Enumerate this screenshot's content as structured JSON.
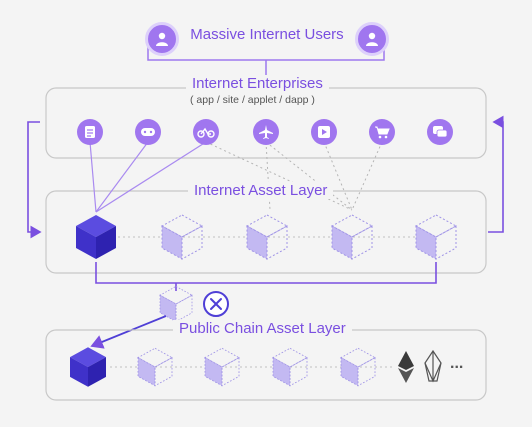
{
  "top_banner": {
    "title": "Massive Internet Users",
    "icons": [
      "user-icon",
      "user-icon"
    ]
  },
  "enterprises": {
    "title": "Internet Enterprises",
    "subtitle": "( app / site / applet / dapp )",
    "icons": [
      "document-icon",
      "gamepad-icon",
      "bicycle-icon",
      "airplane-icon",
      "video-icon",
      "cart-icon",
      "chat-icon"
    ]
  },
  "asset_layer": {
    "title": "Internet Asset Layer"
  },
  "tool_icon": "tools-icon",
  "public_layer": {
    "title": "Public Chain Asset Layer",
    "chain_icons": [
      "ethereum-icon",
      "eos-icon"
    ],
    "more": "..."
  },
  "colors": {
    "accent": "#7a4fe0",
    "icon_fill": "#a076ef",
    "cube_solid": "#4f3fd6",
    "cube_faded": "#b4a8ec",
    "border": "#c9c9c9"
  }
}
